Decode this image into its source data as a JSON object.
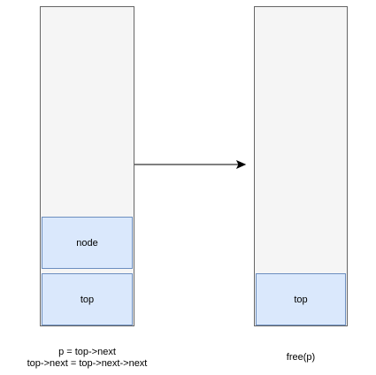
{
  "left_stack": {
    "cells": [
      {
        "label": "node"
      },
      {
        "label": "top"
      }
    ],
    "caption_lines": [
      "p = top->next",
      "top->next = top->next->next"
    ]
  },
  "right_stack": {
    "cells": [
      {
        "label": "top"
      }
    ],
    "caption": "free(p)"
  },
  "colors": {
    "stack_fill": "#f5f5f5",
    "stack_border": "#666666",
    "cell_fill": "#dae8fc",
    "cell_border": "#6c8ebf",
    "arrow": "#000000"
  }
}
